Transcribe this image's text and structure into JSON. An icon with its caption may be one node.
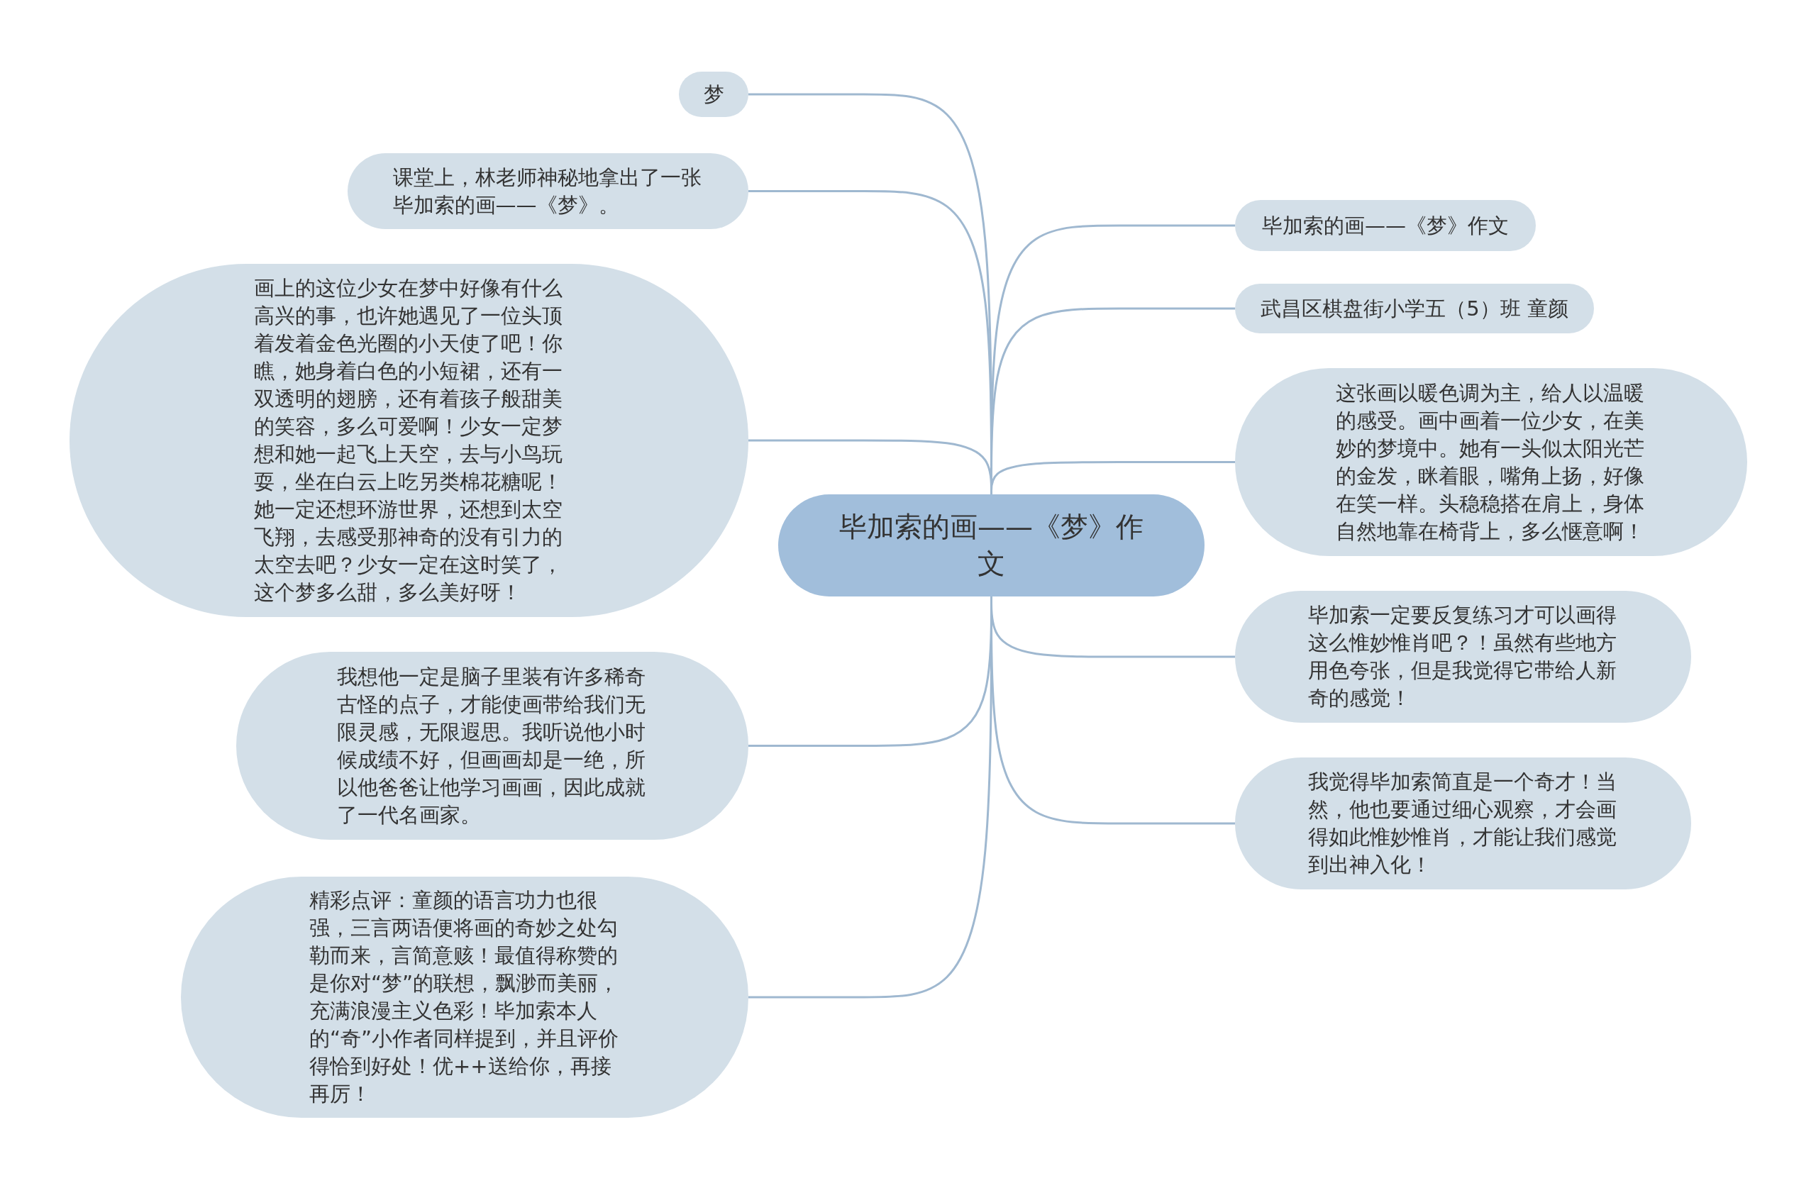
{
  "diagram": {
    "nodes": [
      {
        "text": [
          "毕加索的画——《梦》作文"
        ]
      },
      {
        "text": [
          "梦"
        ]
      },
      {
        "text": [
          "课堂上，林老师神秘地拿出了一张毕加索的画——《梦》。"
        ]
      },
      {
        "text": [
          "画上的这位少女在梦中好像有什么高兴的事，也许她遇见了一位头顶着发着金色光圈的小天使了吧！你瞧，她身着白色的小短裙，还有一双透明的翅膀，还有着孩子般甜美的笑容，多么可爱啊！少女一定梦想和她一起飞上天空，去与小鸟玩耍，坐在白云上吃另类棉花糖呢！她一定还想环游世界，还想到太空飞翔，去感受那神奇的没有引力的太空去吧？少女一定在这时笑了，这个梦多么甜，多么美好呀！"
        ]
      },
      {
        "text": [
          "我想他一定是脑子里装有许多稀奇古怪的点子，才能使画带给我们无限灵感，无限遐思。我听说他小时候成绩不好，但画画却是一绝，所以他爸爸让他学习画画，因此成就了一代名画家。"
        ]
      },
      {
        "text": [
          "精彩点评：童颜的语言功力也很强，三言两语便将画的奇妙之处勾勒而来，言简意赅！最值得称赞的是你对“梦”的联想，飘渺而美丽，充满浪漫主义色彩！毕加索本人的“奇”小作者同样提到，并且评价得恰到好处！优++送给你，再接再厉！"
        ]
      },
      {
        "text": [
          "毕加索的画——《梦》作文"
        ]
      },
      {
        "text": [
          "武昌区棋盘街小学五（5）班 童颜"
        ]
      },
      {
        "text": [
          "这张画以暖色调为主，给人以温暖的感受。画中画着一位少女，在美妙的梦境中。她有一头似太阳光芒的金发，眯着眼，嘴角上扬，好像在笑一样。头稳稳搭在肩上，身体自然地靠在椅背上，多么惬意啊！"
        ]
      },
      {
        "text": [
          "毕加索一定要反复练习才可以画得这么惟妙惟肖吧？！虽然有些地方用色夸张，但是我觉得它带给人新奇的感觉！"
        ]
      },
      {
        "text": [
          "我觉得毕加索简直是一个奇才！当然，他也要通过细心观察，才会画得如此惟妙惟肖，才能让我们感觉到出神入化！"
        ]
      }
    ],
    "edges": [
      {
        "from": 0,
        "to": 1,
        "arrow": "none"
      },
      {
        "from": 0,
        "to": 2,
        "arrow": "none"
      },
      {
        "from": 0,
        "to": 3,
        "arrow": "none"
      },
      {
        "from": 0,
        "to": 4,
        "arrow": "none"
      },
      {
        "from": 0,
        "to": 5,
        "arrow": "none"
      },
      {
        "from": 0,
        "to": 6,
        "arrow": "none"
      },
      {
        "from": 0,
        "to": 7,
        "arrow": "none"
      },
      {
        "from": 0,
        "to": 8,
        "arrow": "none"
      },
      {
        "from": 0,
        "to": 9,
        "arrow": "none"
      },
      {
        "from": 0,
        "to": 10,
        "arrow": "none"
      }
    ]
  }
}
